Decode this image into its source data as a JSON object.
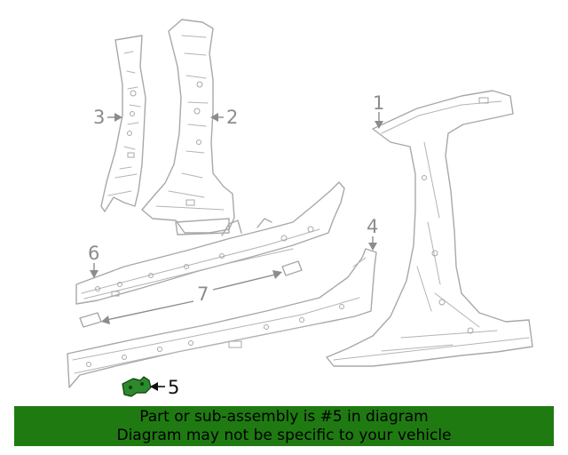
{
  "callouts": {
    "c1": "1",
    "c2": "2",
    "c3": "3",
    "c4": "4",
    "c5": "5",
    "c6": "6",
    "c7": "7"
  },
  "banner": {
    "line1": "Part or sub-assembly is #5 in diagram",
    "line2": "Diagram may not be specific to your vehicle"
  },
  "colors": {
    "banner_bg": "#1f7a12",
    "highlight_part": "#2c8a2c",
    "line_art": "#a8a8a8"
  }
}
